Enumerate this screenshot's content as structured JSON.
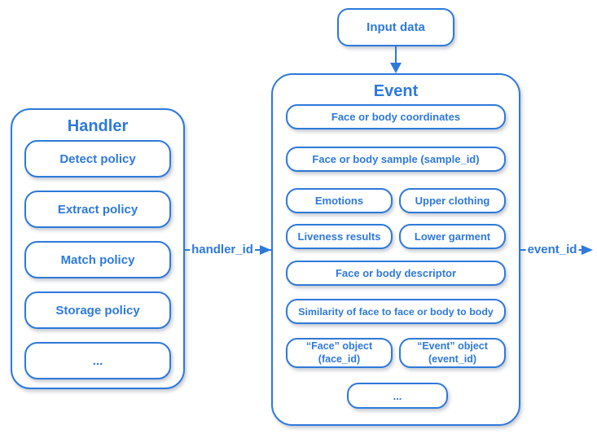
{
  "colors": {
    "accent": "#2E79DA",
    "background": "#FFFFFF"
  },
  "input_node": {
    "label": "Input data"
  },
  "handler": {
    "title": "Handler",
    "items": [
      "Detect policy",
      "Extract policy",
      "Match policy",
      "Storage policy",
      "..."
    ]
  },
  "event": {
    "title": "Event",
    "rows": [
      {
        "label": "Face or body coordinates"
      },
      {
        "label": "Face or body sample (sample_id)"
      },
      {
        "left": "Emotions",
        "right": "Upper clothing"
      },
      {
        "left": "Liveness results",
        "right": "Lower garment"
      },
      {
        "label": "Face or body descriptor"
      },
      {
        "label": "Similarity of face to face or body to body"
      },
      {
        "left_line1": "“Face” object",
        "left_line2": "(face_id)",
        "right_line1": "“Event” object",
        "right_line2": "(event_id)"
      },
      {
        "label": "..."
      }
    ]
  },
  "connectors": {
    "handler_to_event_label": "handler_id",
    "event_output_label": "event_id"
  }
}
